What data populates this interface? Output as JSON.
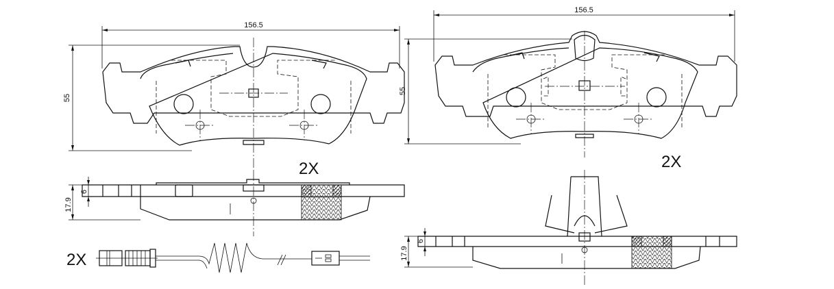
{
  "left_pad": {
    "width_dim": "156.5",
    "height_dim": "55",
    "qty": "2X",
    "thickness_dim": "17.9",
    "plate_dim": "6"
  },
  "right_pad": {
    "width_dim": "156.5",
    "height_dim": "55",
    "qty": "2X",
    "thickness_dim": "17.9",
    "plate_dim": "6"
  },
  "wear_sensor": {
    "qty": "2X"
  }
}
